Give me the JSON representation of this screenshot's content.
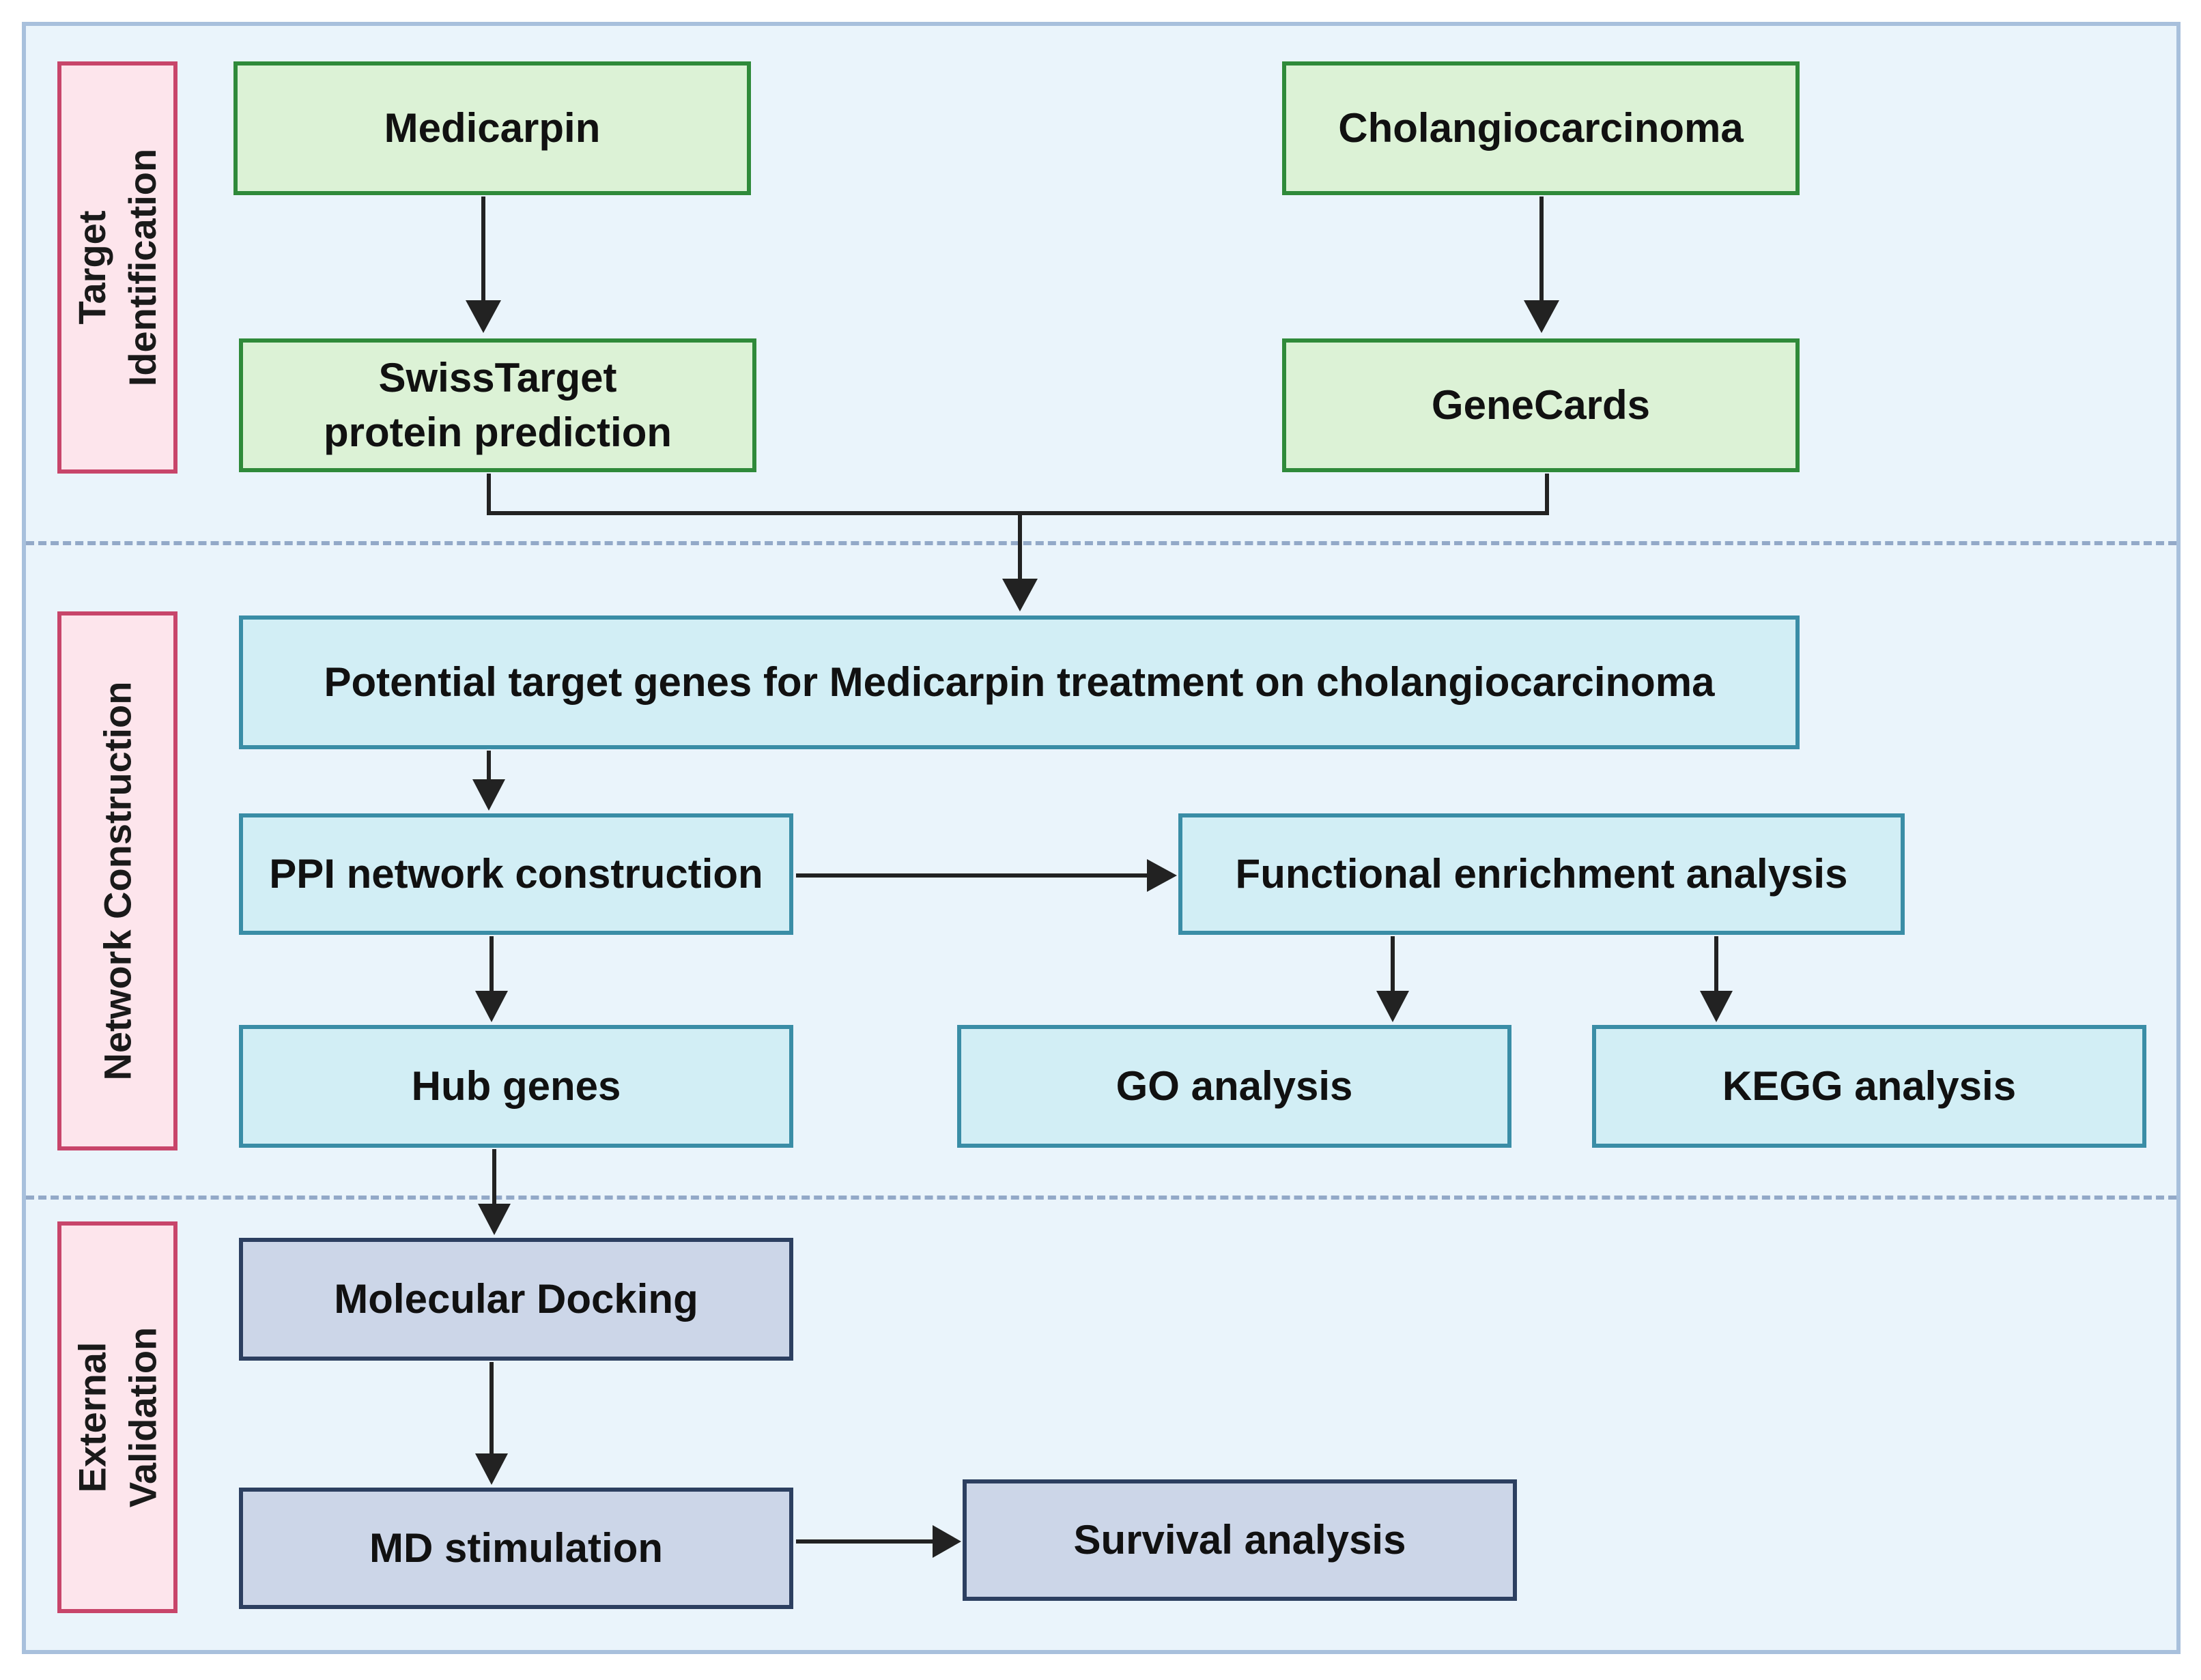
{
  "sections": {
    "target": "Target\nIdentification",
    "network": "Network Construction",
    "validation": "External\nValidation"
  },
  "nodes": {
    "medicarpin": "Medicarpin",
    "cholangiocarcinoma": "Cholangiocarcinoma",
    "swisstarget": "SwissTarget\nprotein prediction",
    "genecards": "GeneCards",
    "potential_targets": "Potential target genes for Medicarpin treatment on cholangiocarcinoma",
    "ppi": "PPI network construction",
    "functional": "Functional enrichment analysis",
    "hub_genes": "Hub genes",
    "go": "GO analysis",
    "kegg": "KEGG analysis",
    "docking": "Molecular Docking",
    "md": "MD stimulation",
    "survival": "Survival analysis"
  },
  "colors": {
    "target_fill": "#dcf2d6",
    "network_fill": "#d2eef5",
    "validation_fill": "#ccd6e8",
    "section_label_fill": "#fde5ec",
    "section_label_border": "#c8456a"
  }
}
